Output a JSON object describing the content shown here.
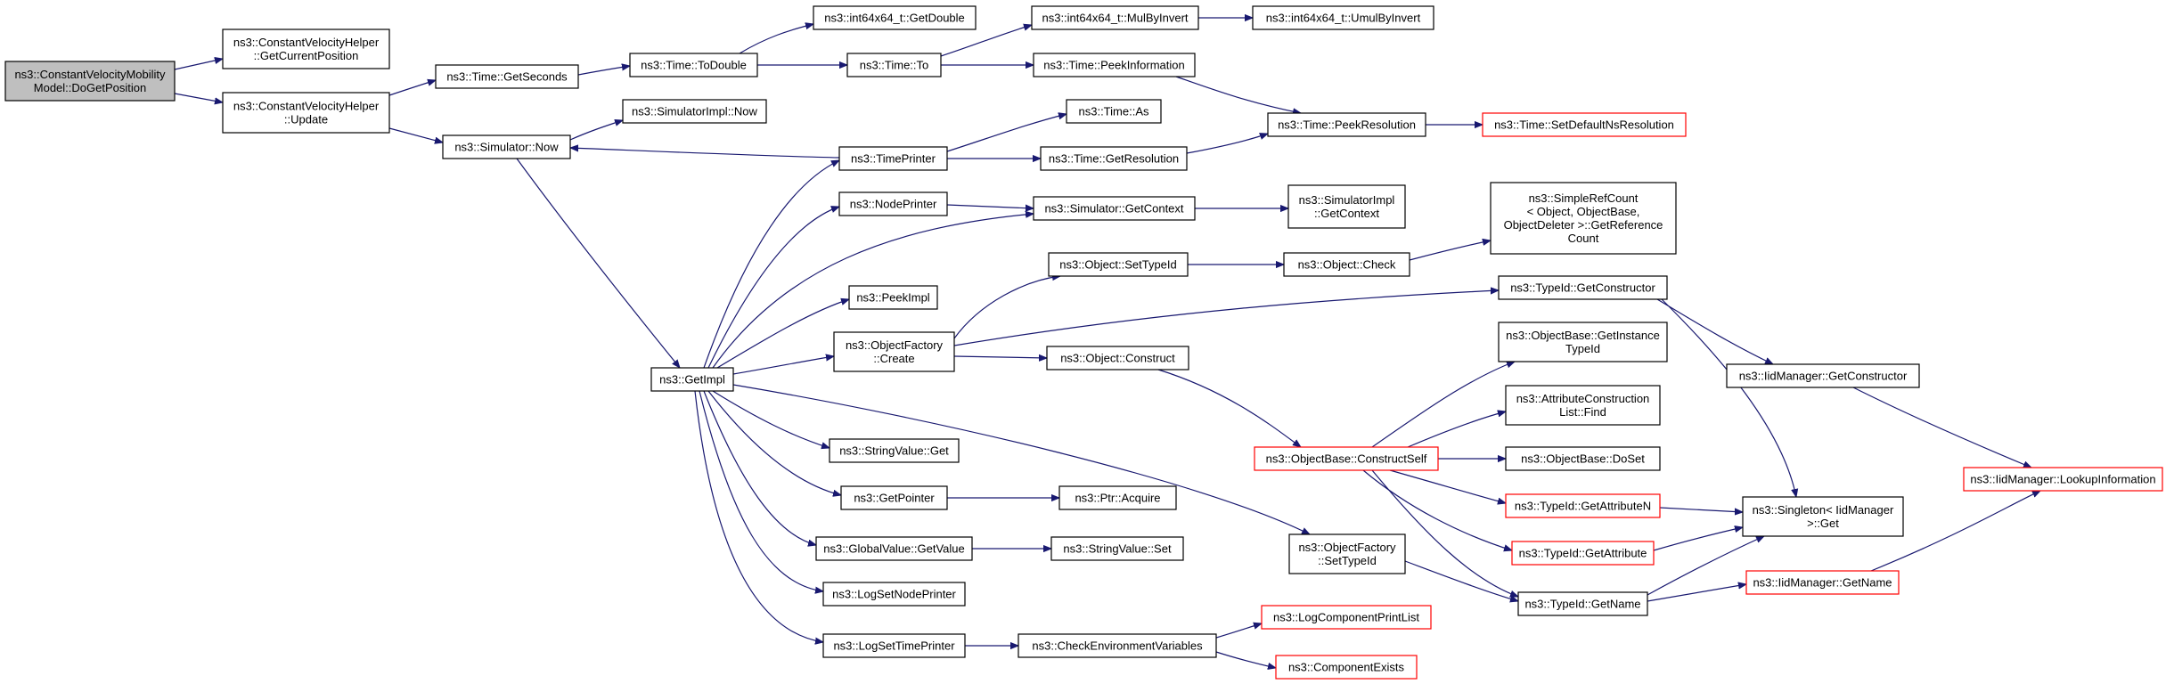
{
  "colors": {
    "edge": "#191970",
    "root_fill": "#bfbfbf",
    "missing_border": "#ff0000",
    "node_border": "#000000",
    "background": "#ffffff"
  },
  "nodes": [
    {
      "id": "root",
      "lines": [
        "ns3::ConstantVelocityMobility",
        "Model::DoGetPosition"
      ],
      "style": "root"
    },
    {
      "id": "cvh_getpos",
      "lines": [
        "ns3::ConstantVelocityHelper",
        "::GetCurrentPosition"
      ],
      "style": "normal"
    },
    {
      "id": "cvh_update",
      "lines": [
        "ns3::ConstantVelocityHelper",
        "::Update"
      ],
      "style": "normal"
    },
    {
      "id": "time_getseconds",
      "lines": [
        "ns3::Time::GetSeconds"
      ],
      "style": "normal"
    },
    {
      "id": "sim_now",
      "lines": [
        "ns3::Simulator::Now"
      ],
      "style": "normal"
    },
    {
      "id": "time_todouble",
      "lines": [
        "ns3::Time::ToDouble"
      ],
      "style": "normal"
    },
    {
      "id": "simimpl_now",
      "lines": [
        "ns3::SimulatorImpl::Now"
      ],
      "style": "normal"
    },
    {
      "id": "i64_getdouble",
      "lines": [
        "ns3::int64x64_t::GetDouble"
      ],
      "style": "normal"
    },
    {
      "id": "time_to",
      "lines": [
        "ns3::Time::To"
      ],
      "style": "normal"
    },
    {
      "id": "i64_mulbyinvert",
      "lines": [
        "ns3::int64x64_t::MulByInvert"
      ],
      "style": "normal"
    },
    {
      "id": "i64_umulbyinvert",
      "lines": [
        "ns3::int64x64_t::UmulByInvert"
      ],
      "style": "normal"
    },
    {
      "id": "time_peekinfo",
      "lines": [
        "ns3::Time::PeekInformation"
      ],
      "style": "normal"
    },
    {
      "id": "time_peekres",
      "lines": [
        "ns3::Time::PeekResolution"
      ],
      "style": "normal"
    },
    {
      "id": "time_setdefault",
      "lines": [
        "ns3::Time::SetDefaultNsResolution"
      ],
      "style": "missing"
    },
    {
      "id": "time_as",
      "lines": [
        "ns3::Time::As"
      ],
      "style": "normal"
    },
    {
      "id": "time_getres",
      "lines": [
        "ns3::Time::GetResolution"
      ],
      "style": "normal"
    },
    {
      "id": "timeprinter",
      "lines": [
        "ns3::TimePrinter"
      ],
      "style": "normal"
    },
    {
      "id": "nodeprinter",
      "lines": [
        "ns3::NodePrinter"
      ],
      "style": "normal"
    },
    {
      "id": "sim_getcontext",
      "lines": [
        "ns3::Simulator::GetContext"
      ],
      "style": "normal"
    },
    {
      "id": "simimpl_getcontext",
      "lines": [
        "ns3::SimulatorImpl",
        "::GetContext"
      ],
      "style": "normal"
    },
    {
      "id": "simplerefcount",
      "lines": [
        "ns3::SimpleRefCount",
        "< Object, ObjectBase,",
        "ObjectDeleter >::GetReference",
        "Count"
      ],
      "style": "normal"
    },
    {
      "id": "obj_settypeid",
      "lines": [
        "ns3::Object::SetTypeId"
      ],
      "style": "normal"
    },
    {
      "id": "obj_check",
      "lines": [
        "ns3::Object::Check"
      ],
      "style": "normal"
    },
    {
      "id": "peekimpl",
      "lines": [
        "ns3::PeekImpl"
      ],
      "style": "normal"
    },
    {
      "id": "typeid_getctor",
      "lines": [
        "ns3::TypeId::GetConstructor"
      ],
      "style": "normal"
    },
    {
      "id": "objfactory_create",
      "lines": [
        "ns3::ObjectFactory",
        "::Create"
      ],
      "style": "normal"
    },
    {
      "id": "getimpl",
      "lines": [
        "ns3::GetImpl"
      ],
      "style": "normal"
    },
    {
      "id": "obj_construct",
      "lines": [
        "ns3::Object::Construct"
      ],
      "style": "normal"
    },
    {
      "id": "objbase_getinstance",
      "lines": [
        "ns3::ObjectBase::GetInstance",
        "TypeId"
      ],
      "style": "normal"
    },
    {
      "id": "iidmgr_getctor",
      "lines": [
        "ns3::IidManager::GetConstructor"
      ],
      "style": "normal"
    },
    {
      "id": "attrconst_find",
      "lines": [
        "ns3::AttributeConstruction",
        "List::Find"
      ],
      "style": "normal"
    },
    {
      "id": "stringvalue_get",
      "lines": [
        "ns3::StringValue::Get"
      ],
      "style": "normal"
    },
    {
      "id": "objbase_constructself",
      "lines": [
        "ns3::ObjectBase::ConstructSelf"
      ],
      "style": "missing"
    },
    {
      "id": "objbase_doset",
      "lines": [
        "ns3::ObjectBase::DoSet"
      ],
      "style": "normal"
    },
    {
      "id": "iidmgr_lookupinfo",
      "lines": [
        "ns3::IidManager::LookupInformation"
      ],
      "style": "missing"
    },
    {
      "id": "getpointer",
      "lines": [
        "ns3::GetPointer"
      ],
      "style": "normal"
    },
    {
      "id": "ptr_acquire",
      "lines": [
        "ns3::Ptr::Acquire"
      ],
      "style": "normal"
    },
    {
      "id": "typeid_getattrn",
      "lines": [
        "ns3::TypeId::GetAttributeN"
      ],
      "style": "missing"
    },
    {
      "id": "singleton_get",
      "lines": [
        "ns3::Singleton< IidManager",
        ">::Get"
      ],
      "style": "normal"
    },
    {
      "id": "globalvalue_getvalue",
      "lines": [
        "ns3::GlobalValue::GetValue"
      ],
      "style": "normal"
    },
    {
      "id": "stringvalue_set",
      "lines": [
        "ns3::StringValue::Set"
      ],
      "style": "normal"
    },
    {
      "id": "objfactory_settypeid",
      "lines": [
        "ns3::ObjectFactory",
        "::SetTypeId"
      ],
      "style": "normal"
    },
    {
      "id": "typeid_getattr",
      "lines": [
        "ns3::TypeId::GetAttribute"
      ],
      "style": "missing"
    },
    {
      "id": "logsetnodeprinter",
      "lines": [
        "ns3::LogSetNodePrinter"
      ],
      "style": "normal"
    },
    {
      "id": "typeid_getname",
      "lines": [
        "ns3::TypeId::GetName"
      ],
      "style": "normal"
    },
    {
      "id": "iidmgr_getname",
      "lines": [
        "ns3::IidManager::GetName"
      ],
      "style": "missing"
    },
    {
      "id": "logcomp_printlist",
      "lines": [
        "ns3::LogComponentPrintList"
      ],
      "style": "missing"
    },
    {
      "id": "logsettimeprinter",
      "lines": [
        "ns3::LogSetTimePrinter"
      ],
      "style": "normal"
    },
    {
      "id": "checkenvvars",
      "lines": [
        "ns3::CheckEnvironmentVariables"
      ],
      "style": "normal"
    },
    {
      "id": "component_exists",
      "lines": [
        "ns3::ComponentExists"
      ],
      "style": "missing"
    }
  ]
}
